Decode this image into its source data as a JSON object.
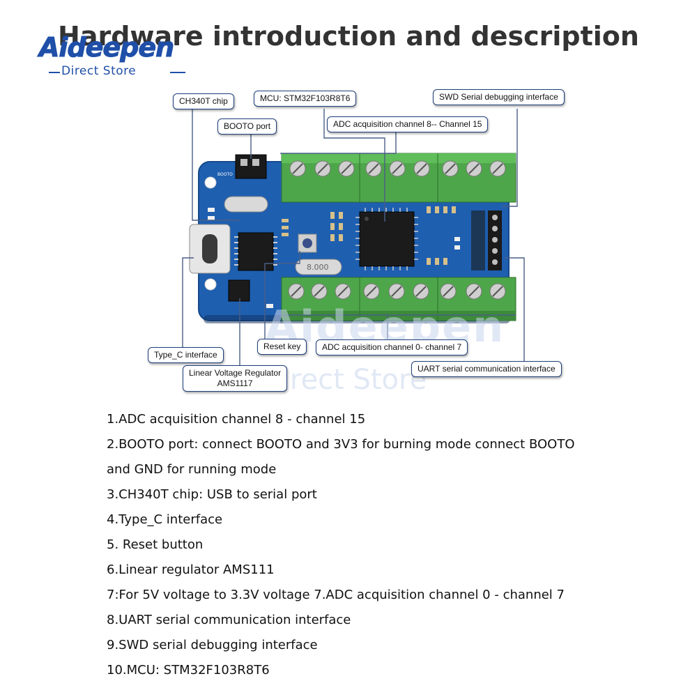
{
  "header": {
    "title": "Hardware introduction and description",
    "logo_main": "Aideepen",
    "logo_sub": "Direct Store"
  },
  "watermark": {
    "main": "Aideepen",
    "sub": "Direct Store"
  },
  "board": {
    "label_booto_pins": "BOOTO",
    "crystal_label": "8.000",
    "colors": {
      "pcb": "#1e5fb0",
      "terminal": "#4ea64a",
      "callout_border": "#1d3f7a"
    }
  },
  "callouts": {
    "ch340t": "CH340T chip",
    "mcu": "MCU: STM32F103R8T6",
    "swd": "SWD Serial debugging interface",
    "booto": "BOOTO port",
    "adc_high": "ADC acquisition channel 8-- Channel 15",
    "typec": "Type_C interface",
    "reset": "Reset key",
    "adc_low": "ADC acquisition channel 0- channel 7",
    "regulator_line1": "Linear Voltage Regulator",
    "regulator_line2": "AMS1117",
    "uart": "UART serial communication interface"
  },
  "notes": [
    "1.ADC acquisition channel 8 - channel 15",
    "2.BOOTO port: connect BOOTO and 3V3 for burning mode connect BOOTO",
    "and GND for running mode",
    "3.CH340T chip: USB to serial port",
    "4.Type_C interface",
    "5. Reset button",
    "6.Linear regulator AMS111",
    "7:For 5V voltage to 3.3V voltage 7.ADC acquisition channel 0 - channel 7",
    "8.UART serial communication interface",
    "9.SWD serial debugging interface",
    "10.MCU: STM32F103R8T6"
  ]
}
